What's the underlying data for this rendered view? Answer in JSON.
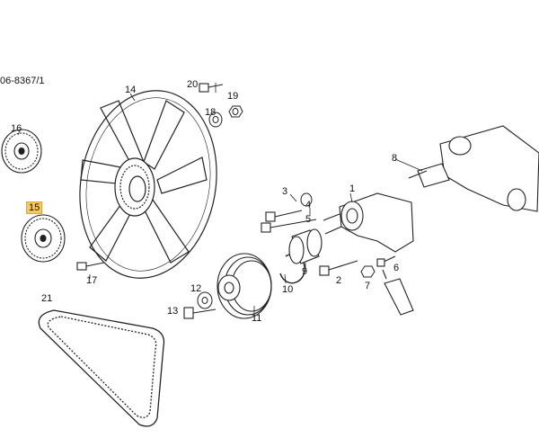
{
  "diagram": {
    "reference_code": "06-8367/1",
    "highlight_color": "#f6c95a",
    "part_numbers": {
      "p1": "1",
      "p2": "2",
      "p3": "3",
      "p4": "4",
      "p5": "5",
      "p6": "6",
      "p7": "7",
      "p8": "8",
      "p9": "9",
      "p10": "10",
      "p11": "11",
      "p12": "12",
      "p13": "13",
      "p14": "14",
      "p15": "15",
      "p16": "16",
      "p17": "17",
      "p18": "18",
      "p19": "19",
      "p20": "20",
      "p21": "21"
    },
    "highlighted_part": "15"
  }
}
